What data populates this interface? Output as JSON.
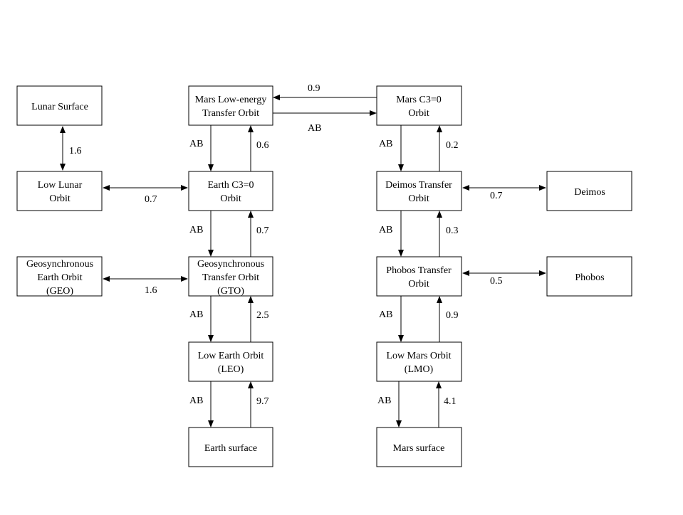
{
  "nodes": {
    "lunar_surface": [
      "Lunar Surface"
    ],
    "low_lunar_orbit": [
      "Low Lunar",
      "Orbit"
    ],
    "geo": [
      "Geosynchronous",
      "Earth Orbit",
      "(GEO)"
    ],
    "mars_lowenergy": [
      "Mars Low-energy",
      "Transfer Orbit"
    ],
    "earth_c3": [
      "Earth C3=0",
      "Orbit"
    ],
    "gto": [
      "Geosynchronous",
      "Transfer Orbit",
      "(GTO)"
    ],
    "leo": [
      "Low Earth Orbit",
      "(LEO)"
    ],
    "earth_surface": [
      "Earth surface"
    ],
    "mars_c3": [
      "Mars C3=0",
      "Orbit"
    ],
    "deimos_transfer": [
      "Deimos Transfer",
      "Orbit"
    ],
    "phobos_transfer": [
      "Phobos Transfer",
      "Orbit"
    ],
    "lmo": [
      "Low Mars Orbit",
      "(LMO)"
    ],
    "mars_surface": [
      "Mars surface"
    ],
    "deimos": [
      "Deimos"
    ],
    "phobos": [
      "Phobos"
    ]
  },
  "edge_labels": {
    "lunar_surface_llo": "1.6",
    "llo_earth_c3": "0.7",
    "geo_gto": "1.6",
    "earth_c3_to_mars_lowenergy": "0.6",
    "mars_lowenergy_to_earth_c3": "AB",
    "gto_to_earth_c3": "0.7",
    "earth_c3_to_gto": "AB",
    "leo_to_gto": "2.5",
    "gto_to_leo": "AB",
    "surface_to_leo": "9.7",
    "leo_to_surface": "AB",
    "mars_c3_to_mars_lowenergy": "0.9",
    "mars_lowenergy_to_mars_c3": "AB",
    "mars_c3_to_deimos_transfer": "AB",
    "deimos_transfer_to_mars_c3": "0.2",
    "deimos_transfer_deimos": "0.7",
    "deimos_transfer_to_phobos_transfer": "AB",
    "phobos_transfer_to_deimos_transfer": "0.3",
    "phobos_transfer_phobos": "0.5",
    "phobos_transfer_to_lmo": "AB",
    "lmo_to_phobos_transfer": "0.9",
    "lmo_to_mars_surface": "AB",
    "mars_surface_to_lmo": "4.1"
  }
}
